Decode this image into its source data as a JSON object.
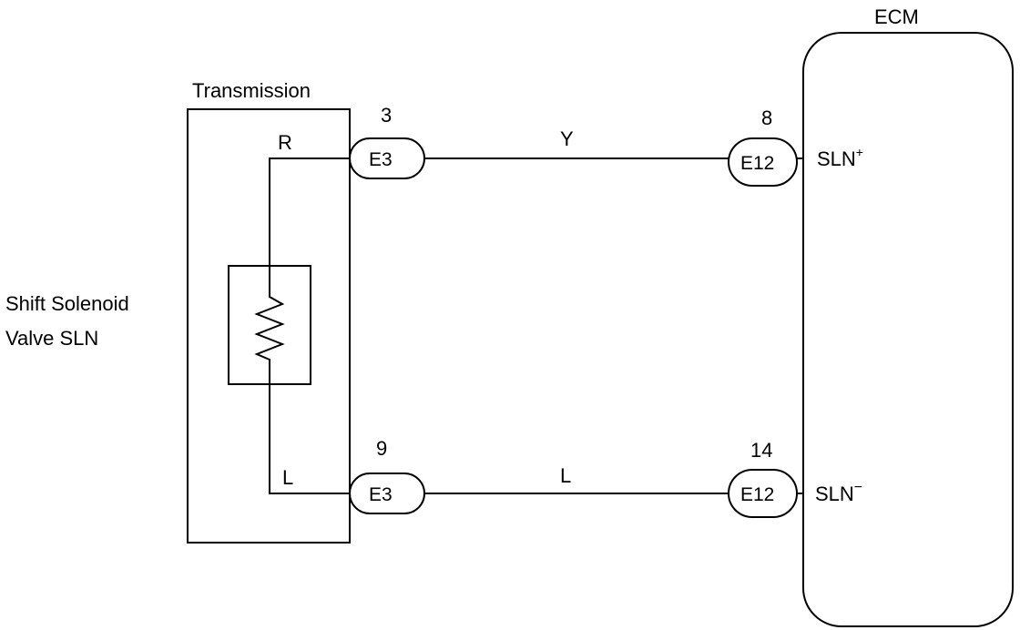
{
  "ecm": {
    "label": "ECM"
  },
  "transmission": {
    "label": "Transmission"
  },
  "solenoid": {
    "label_line1": "Shift  Solenoid",
    "label_line2": "Valve SLN"
  },
  "top_circuit": {
    "wire_color_inside": "R",
    "pin_left": "3",
    "connector_left": "E3",
    "wire_color": "Y",
    "pin_right": "8",
    "connector_right": "E12",
    "ecm_terminal": "SLN",
    "ecm_terminal_sign": "+"
  },
  "bottom_circuit": {
    "wire_color_inside": "L",
    "pin_left": "9",
    "connector_left": "E3",
    "wire_color": "L",
    "pin_right": "14",
    "connector_right": "E12",
    "ecm_terminal": "SLN",
    "ecm_terminal_sign": "−"
  }
}
